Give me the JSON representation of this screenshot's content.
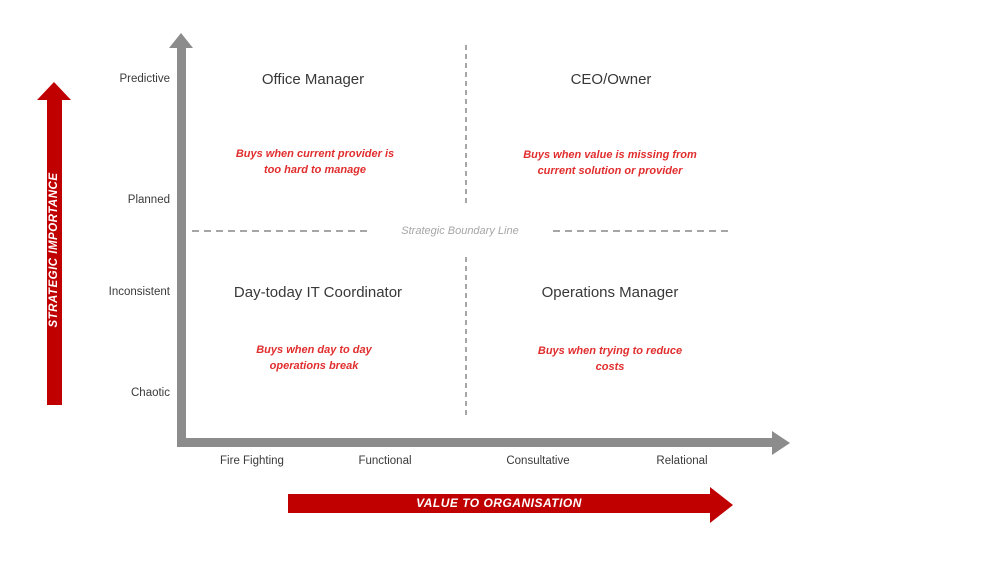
{
  "diagram": {
    "type": "quadrant-matrix",
    "boundary_label": "Strategic Boundary Line"
  },
  "y_axis": {
    "title": "STRATEGIC IMPORTANCE",
    "labels": [
      "Predictive",
      "Planned",
      "Inconsistent",
      "Chaotic"
    ]
  },
  "x_axis": {
    "title": "VALUE TO ORGANISATION",
    "labels": [
      "Fire Fighting",
      "Functional",
      "Consultative",
      "Relational"
    ]
  },
  "quadrants": {
    "top_left": {
      "title": "Office Manager",
      "note": "Buys when current provider is\ntoo hard to manage"
    },
    "top_right": {
      "title": "CEO/Owner",
      "note": "Buys when value is missing from\ncurrent solution or provider"
    },
    "bottom_left": {
      "title": "Day-today IT Coordinator",
      "note": "Buys when day to day\noperations break"
    },
    "bottom_right": {
      "title": "Operations Manager",
      "note": "Buys when trying to reduce\ncosts"
    }
  },
  "colors": {
    "arrow_red": "#C00000",
    "annotation_red": "#E12D2D",
    "axis_gray": "#8C8C8C",
    "dash_gray": "#A6A6A6",
    "text_dark": "#3A3A3A"
  }
}
